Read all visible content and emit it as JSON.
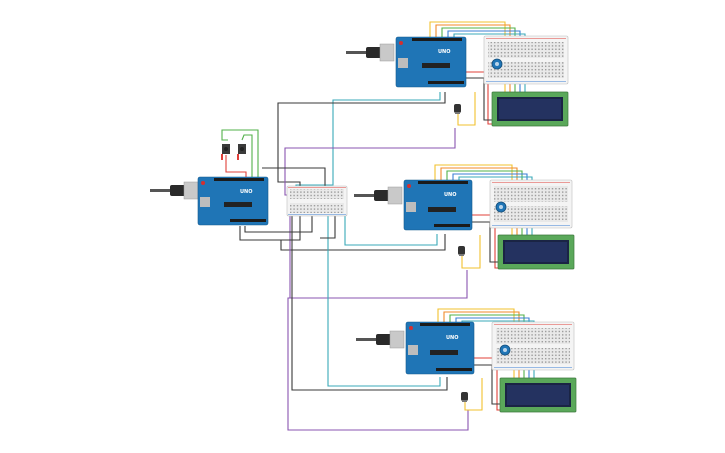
{
  "boards": [
    {
      "id": "arduino-1",
      "logo": "UNO"
    },
    {
      "id": "arduino-2",
      "logo": "UNO"
    },
    {
      "id": "arduino-3",
      "logo": "UNO"
    },
    {
      "id": "arduino-4",
      "logo": "UNO"
    }
  ],
  "wire_colors": {
    "red": "#e0403a",
    "black": "#3a3a3a",
    "yellow": "#f2c12e",
    "green": "#52b04a",
    "blue": "#3b7fd4",
    "teal": "#39a9b8",
    "purple": "#8a55b0",
    "orange": "#f08a2a"
  }
}
